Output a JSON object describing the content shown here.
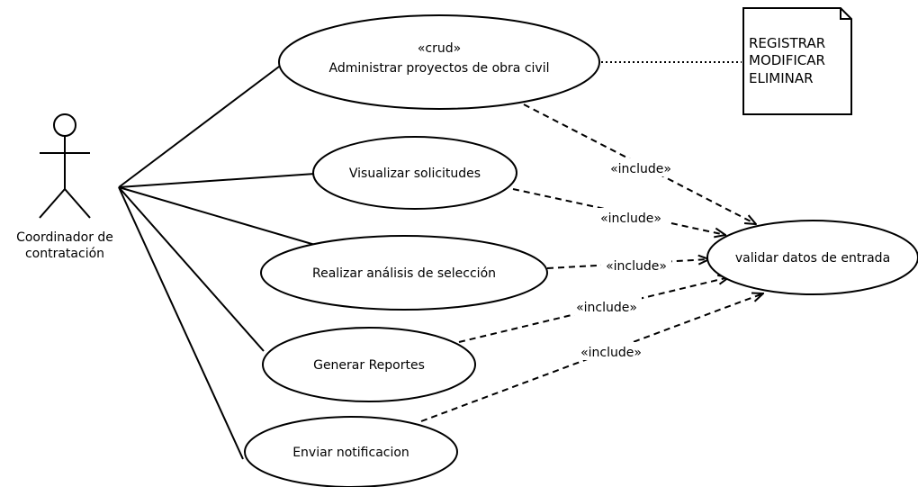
{
  "actor": {
    "name_line1": "Coordinador de",
    "name_line2": "contratación"
  },
  "use_cases": {
    "admin": {
      "stereotype": "«crud»",
      "label": "Administrar proyectos de obra civil"
    },
    "visualizar": {
      "label": "Visualizar solicitudes"
    },
    "analisis": {
      "label": "Realizar análisis de selección"
    },
    "reportes": {
      "label": "Generar Reportes"
    },
    "notificacion": {
      "label": "Enviar notificacion"
    },
    "validar": {
      "label": "validar datos de entrada"
    }
  },
  "note": {
    "line1": "REGISTRAR",
    "line2": "MODIFICAR",
    "line3": "ELIMINAR"
  },
  "relations": {
    "include_admin": "«include»",
    "include_visualizar": "«include»",
    "include_analisis": "«include»",
    "include_reportes": "«include»",
    "include_notificacion": "«include»"
  }
}
